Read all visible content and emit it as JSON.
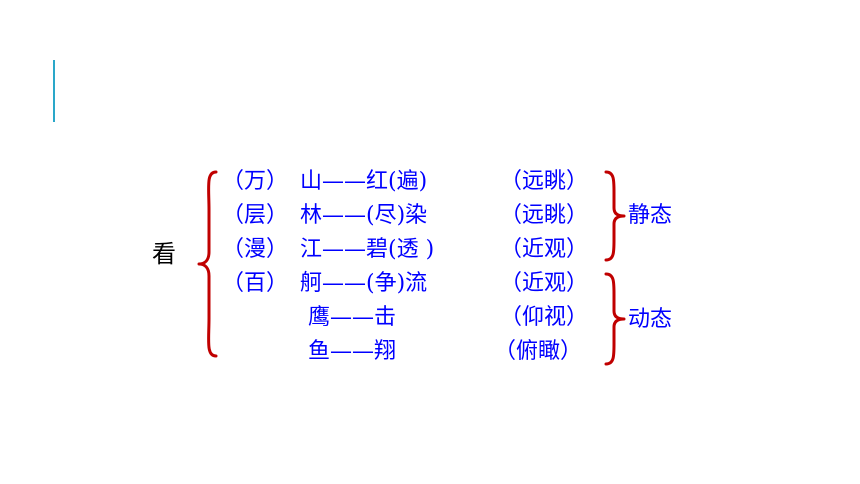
{
  "root_label": "看",
  "colors": {
    "accent_bar": "#2aa7c9",
    "brace": "#c00000",
    "text_blue": "#0000ff",
    "text_black": "#000000"
  },
  "rows": [
    {
      "modifier": "（万）",
      "phrase": "山——红(遍)",
      "view": "（远眺）"
    },
    {
      "modifier": "（层）",
      "phrase": "林——(尽)染",
      "view": "（远眺）"
    },
    {
      "modifier": "（漫）",
      "phrase": "江——碧(透 )",
      "view": "（近观）"
    },
    {
      "modifier": "（百）",
      "phrase": "舸——(争)流",
      "view": "（近观）"
    },
    {
      "modifier": "",
      "phrase": "鹰——击",
      "view": "（仰视）"
    },
    {
      "modifier": "",
      "phrase": "鱼——翔",
      "view": "（俯瞰）"
    }
  ],
  "groups": {
    "static_label": "静态",
    "dynamic_label": "动态"
  }
}
